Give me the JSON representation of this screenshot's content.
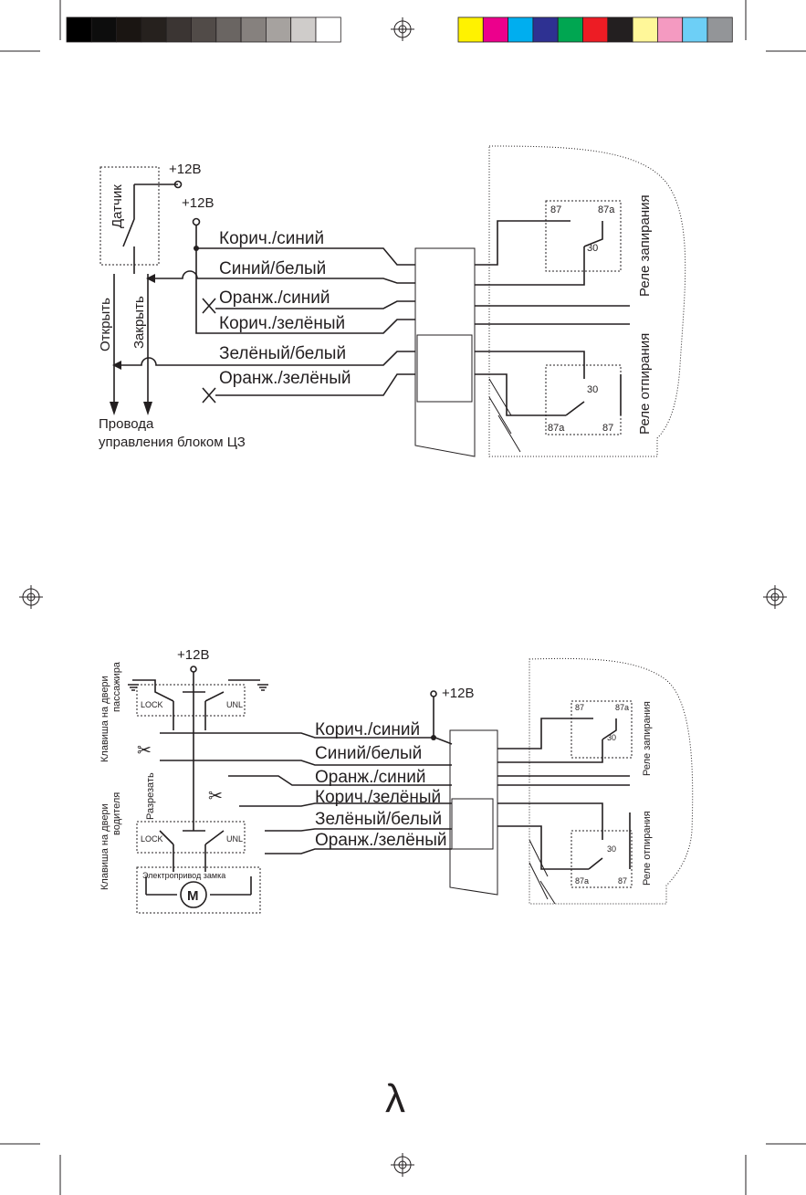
{
  "print_marks": {
    "gray_swatches": [
      "#000000",
      "#0d0d0d",
      "#1a1512",
      "#26211e",
      "#3b3533",
      "#514b48",
      "#6a6562",
      "#86817e",
      "#a6a29f",
      "#cfccca",
      "#ffffff"
    ],
    "color_swatches": [
      "#fff200",
      "#ec008c",
      "#00aeef",
      "#2e3192",
      "#00a651",
      "#ed1c24",
      "#231f20",
      "#fff799",
      "#f49ac1",
      "#6dcff6",
      "#939598"
    ]
  },
  "top": {
    "sensor": "Датчик",
    "plus12_a": "+12В",
    "plus12_b": "+12В",
    "open": "Открыть",
    "close": "Закрыть",
    "wires": [
      "Корич./синий",
      "Синий/белый",
      "Оранж./синий",
      "Корич./зелёный",
      "Зелёный/белый",
      "Оранж./зелёный"
    ],
    "footer_line1": "Провода",
    "footer_line2": "управления блоком ЦЗ",
    "relay_lock": "Реле запирания",
    "relay_unlock": "Реле отпирания",
    "pins": {
      "p87": "87",
      "p87a": "87a",
      "p30": "30"
    }
  },
  "bottom": {
    "plus12_a": "+12В",
    "plus12_b": "+12В",
    "passenger_key_line1": "Клавиша на двери",
    "passenger_key_line2": "пассажира",
    "driver_key_line1": "Клавиша на двери",
    "driver_key_line2": "водителя",
    "cut": "Разрезать",
    "lock": "LOCK",
    "unl": "UNL",
    "actuator": "Электропривод замка",
    "motor": "M",
    "wires": [
      "Корич./синий",
      "Синий/белый",
      "Оранж./синий",
      "Корич./зелёный",
      "Зелёный/белый",
      "Оранж./зелёный"
    ],
    "relay_lock": "Реле запирания",
    "relay_unlock": "Реле отпирания",
    "pins": {
      "p87": "87",
      "p87a": "87a",
      "p30": "30"
    }
  },
  "logo": "λ"
}
